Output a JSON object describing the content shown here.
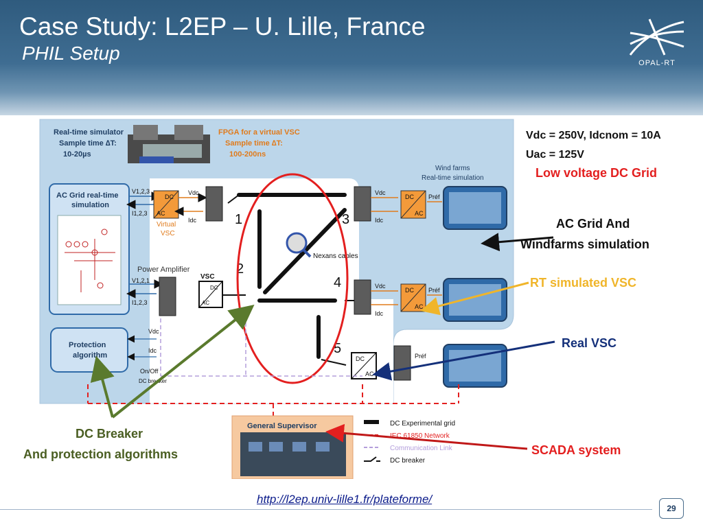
{
  "slide": {
    "title": "Case Study: L2EP – U. Lille, France",
    "subtitle": "PHIL Setup",
    "logo_text": "OPAL-RT",
    "url": "http://l2ep.univ-lille1.fr/plateforme/",
    "page_number": "29"
  },
  "diagram": {
    "realtime_sim": [
      "Real-time simulator",
      "Sample time ∆T:",
      "10-20µs"
    ],
    "fpga": [
      "FPGA for a virtual VSC",
      "Sample time ∆T:",
      "100-200ns"
    ],
    "specs": [
      "Vdc = 250V, Idcnom = 10A",
      "Uac = 125V"
    ],
    "grid_type": "Low voltage DC Grid",
    "wind_farms": [
      "Wind farms",
      "Real-time simulation"
    ],
    "ac_grid": [
      "AC Grid real-time",
      "simulation"
    ],
    "protection": [
      "Protection",
      "algorithm"
    ],
    "power_amplifier": "Power Amplifier",
    "virtual_vsc": [
      "Virtual",
      "VSC"
    ],
    "onoff": [
      "On/Off",
      "DC breaker"
    ],
    "nexans": "Nexans cables",
    "node_numbers": [
      "1",
      "2",
      "3",
      "4",
      "5"
    ],
    "signals": {
      "v123": "V1,2,3",
      "i123": "I1,2,3",
      "v121": "V1,2,1",
      "vdc": "Vdc",
      "idc": "Idc",
      "pref": "Préf",
      "vsc": "VSC",
      "dc": "DC",
      "ac": "AC"
    },
    "annotations": {
      "ac_grid_windfarms": [
        "AC Grid And",
        "Windfarms simulation"
      ],
      "rt_simulated_vsc": "RT simulated VSC",
      "real_vsc": "Real VSC",
      "dc_breaker": [
        "DC Breaker",
        "And protection algorithms"
      ],
      "scada": "SCADA system"
    },
    "general_supervisor": "General Supervisor",
    "legend": [
      "DC Experimental grid",
      "IEC 61850 Network",
      "Communication Link",
      "DC breaker"
    ],
    "colors": {
      "blue_panel": "#bcd6ea",
      "red_annotation": "#e31f1f",
      "yellow_arrow": "#f0b52a",
      "green_arrow": "#5a7a2d",
      "navy_arrow": "#14307a",
      "orange_text": "#e07b1c"
    }
  }
}
